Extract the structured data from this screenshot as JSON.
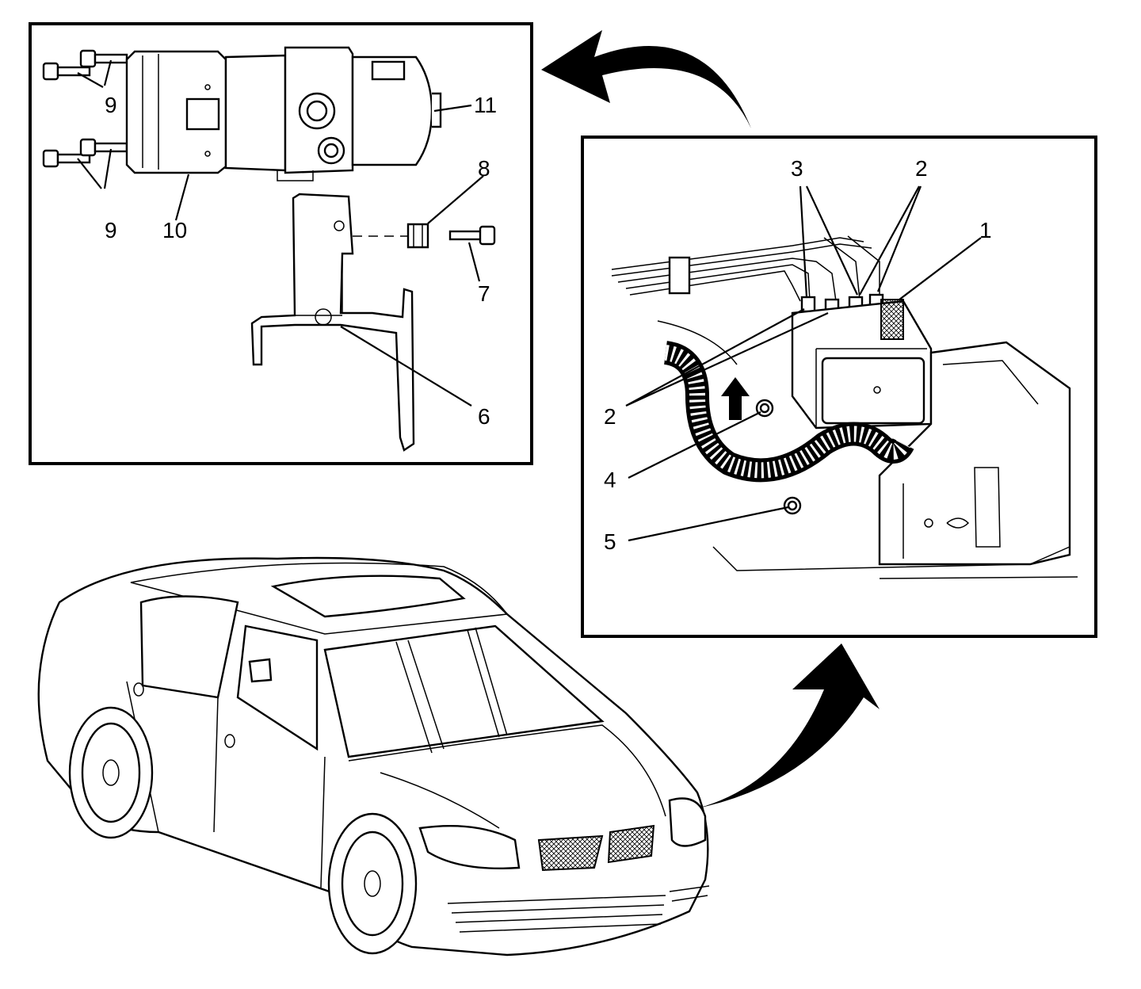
{
  "callouts": {
    "c1": "1",
    "c2_upper": "2",
    "c2_lower": "2",
    "c3": "3",
    "c4": "4",
    "c5": "5",
    "c6": "6",
    "c7": "7",
    "c8": "8",
    "c9_upper": "9",
    "c9_lower": "9",
    "c10": "10",
    "c11": "11"
  }
}
